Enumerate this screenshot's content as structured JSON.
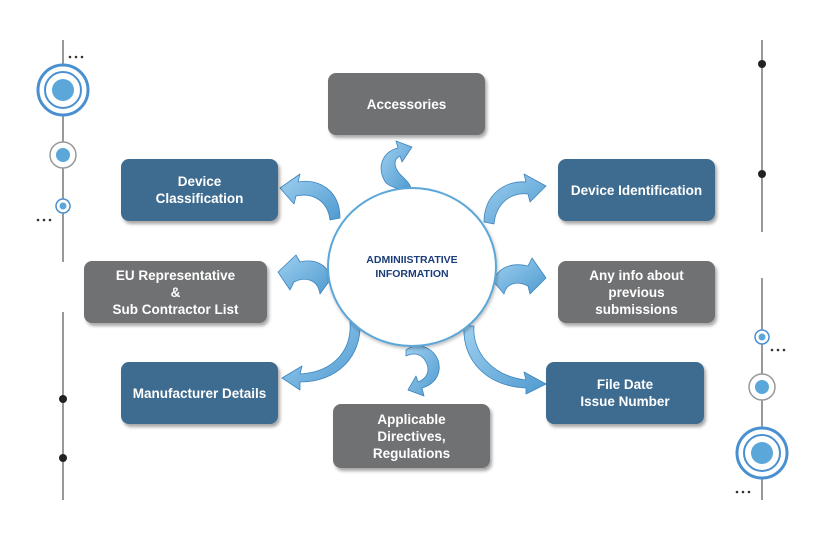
{
  "center": {
    "line1": "ADMINIISTRATIVE",
    "line2": "INFORMATION"
  },
  "nodes": {
    "accessories": {
      "lines": [
        "Accessories"
      ]
    },
    "device_classification": {
      "lines": [
        "Device",
        "Classification"
      ]
    },
    "device_identification": {
      "lines": [
        "Device Identification"
      ]
    },
    "eu_representative": {
      "lines": [
        "EU Representative",
        "&",
        "Sub Contractor List"
      ]
    },
    "previous_submissions": {
      "lines": [
        "Any info about",
        "previous",
        "submissions"
      ]
    },
    "manufacturer_details": {
      "lines": [
        "Manufacturer Details"
      ]
    },
    "file_date": {
      "lines": [
        "File Date",
        "Issue Number"
      ]
    },
    "applicable_directives": {
      "lines": [
        "Applicable",
        "Directives,",
        "Regulations"
      ]
    }
  },
  "decoration": {
    "ellipsis": "…"
  },
  "colors": {
    "gray_box": "#707173",
    "blue_box": "#3e6c90",
    "arrow_fill": "#5ba7d9",
    "circle_border": "#5ba7d9",
    "center_text": "#1b3d7a"
  }
}
